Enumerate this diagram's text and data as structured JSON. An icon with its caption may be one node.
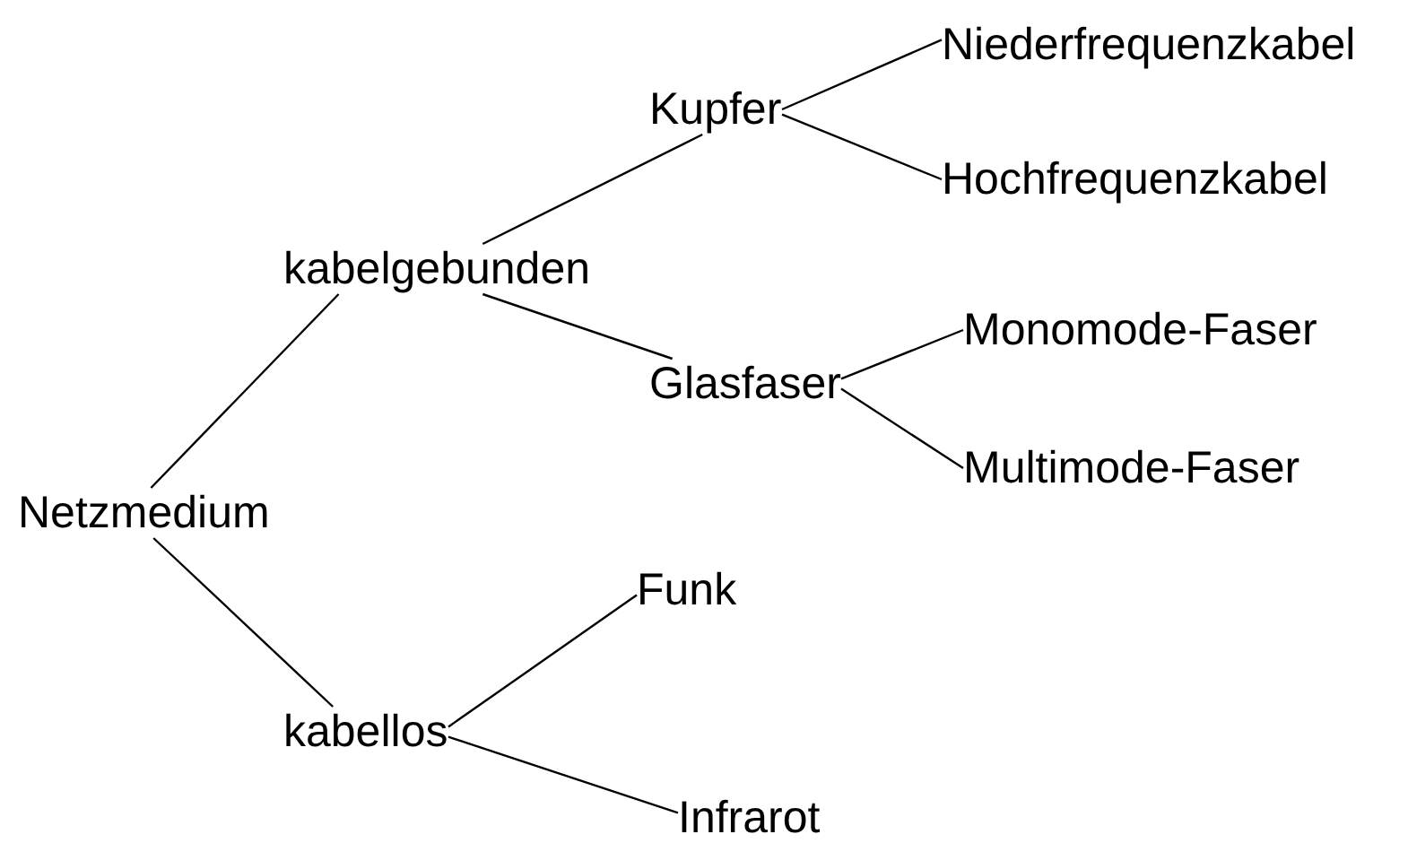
{
  "diagram": {
    "nodes": [
      {
        "text": [
          "Netzmedium"
        ]
      },
      {
        "text": [
          "kabelgebunden"
        ]
      },
      {
        "text": [
          "kabellos"
        ]
      },
      {
        "text": [
          "Kupfer"
        ]
      },
      {
        "text": [
          "Glasfaser"
        ]
      },
      {
        "text": [
          "Niederfrequenzkabel"
        ]
      },
      {
        "text": [
          "Hochfrequenzkabel"
        ]
      },
      {
        "text": [
          "Monomode-Faser"
        ]
      },
      {
        "text": [
          "Multimode-Faser"
        ]
      },
      {
        "text": [
          "Funk"
        ]
      },
      {
        "text": [
          "Infrarot"
        ]
      }
    ],
    "edges": [
      {
        "from": 0,
        "to": 1,
        "arrow": "none"
      },
      {
        "from": 0,
        "to": 2,
        "arrow": "none"
      },
      {
        "from": 1,
        "to": 3,
        "arrow": "none"
      },
      {
        "from": 1,
        "to": 4,
        "arrow": "none"
      },
      {
        "from": 3,
        "to": 5,
        "arrow": "none"
      },
      {
        "from": 3,
        "to": 6,
        "arrow": "none"
      },
      {
        "from": 4,
        "to": 7,
        "arrow": "none"
      },
      {
        "from": 4,
        "to": 8,
        "arrow": "none"
      },
      {
        "from": 2,
        "to": 9,
        "arrow": "none"
      },
      {
        "from": 2,
        "to": 10,
        "arrow": "none"
      }
    ]
  }
}
